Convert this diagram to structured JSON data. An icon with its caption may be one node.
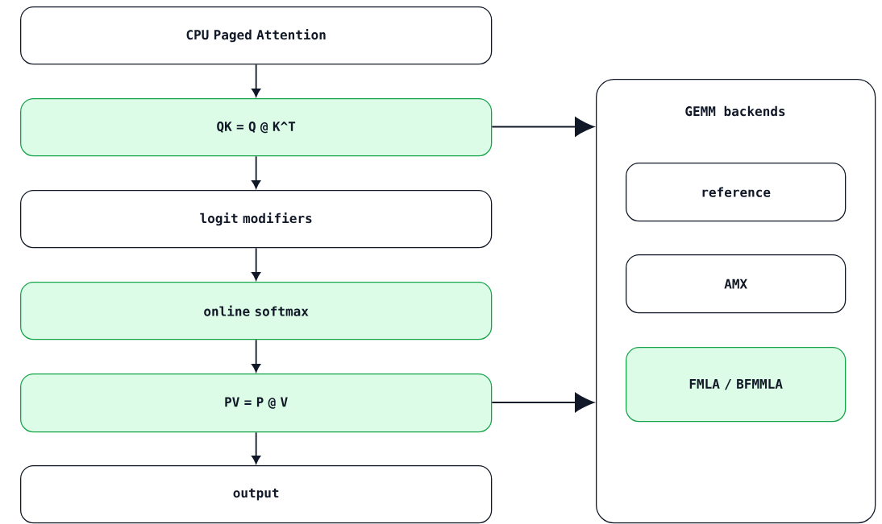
{
  "diagram": {
    "nodes": [
      {
        "text": [
          "CPU Paged Attention"
        ]
      },
      {
        "text": [
          "QK = Q @ K^T"
        ]
      },
      {
        "text": [
          "logit modifiers"
        ]
      },
      {
        "text": [
          "online softmax"
        ]
      },
      {
        "text": [
          "PV = P @ V"
        ]
      },
      {
        "text": [
          "output"
        ]
      },
      {
        "text": [
          "GEMM backends"
        ]
      },
      {
        "text": [
          "reference"
        ],
        "in": 6
      },
      {
        "text": [
          "AMX"
        ],
        "in": 6
      },
      {
        "text": [
          "FMLA / BFMMLA"
        ],
        "in": 6
      }
    ],
    "edges": [
      {
        "from": 0,
        "to": 1,
        "arrow": "to"
      },
      {
        "from": 1,
        "to": 2,
        "arrow": "to"
      },
      {
        "from": 2,
        "to": 3,
        "arrow": "to"
      },
      {
        "from": 3,
        "to": 4,
        "arrow": "to"
      },
      {
        "from": 4,
        "to": 5,
        "arrow": "to"
      },
      {
        "from": 1,
        "to": 6,
        "arrow": "to"
      },
      {
        "from": 4,
        "to": 6,
        "arrow": "to"
      }
    ]
  }
}
